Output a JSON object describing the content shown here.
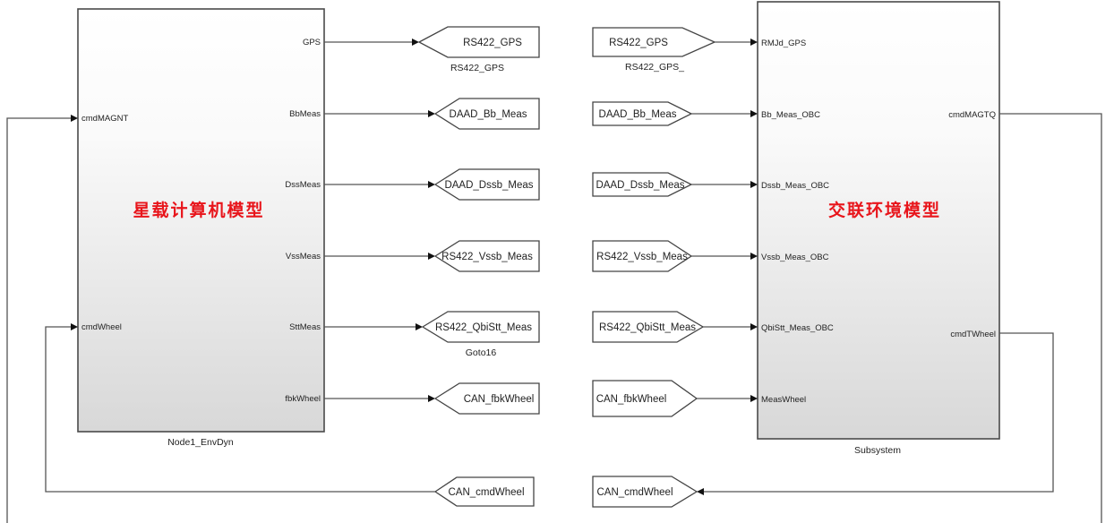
{
  "diagram": {
    "type": "simulink-block-diagram",
    "accent_colors": {
      "title_text": "#e8151b",
      "line": "#555555",
      "block_fill_top": "#ffffff",
      "block_fill_bottom": "#d9d9d9"
    },
    "blocks": {
      "left": {
        "name": "Node1_EnvDyn",
        "title": "星载计算机模型",
        "inputs": [
          "cmdMAGNT",
          "cmdWheel"
        ],
        "outputs": [
          "GPS",
          "BbMeas",
          "DssMeas",
          "VssMeas",
          "SttMeas",
          "fbkWheel"
        ]
      },
      "right": {
        "name": "Subsystem",
        "title": "交联环境模型",
        "inputs": [
          "RMJd_GPS",
          "Bb_Meas_OBC",
          "Dssb_Meas_OBC",
          "Vssb_Meas_OBC",
          "QbiStt_Meas_OBC",
          "MeasWheel"
        ],
        "outputs": [
          "cmdMAGTQ",
          "cmdTWheel"
        ]
      }
    },
    "goto_tags": [
      {
        "tag": "RS422_GPS",
        "name": "RS422_GPS"
      },
      {
        "tag": "DAAD_Bb_Meas",
        "name": ""
      },
      {
        "tag": "DAAD_Dssb_Meas",
        "name": ""
      },
      {
        "tag": "RS422_Vssb_Meas",
        "name": ""
      },
      {
        "tag": "RS422_QbiStt_Meas",
        "name": "Goto16"
      },
      {
        "tag": "CAN_fbkWheel",
        "name": ""
      }
    ],
    "from_tags": [
      {
        "tag": "RS422_GPS",
        "name": "RS422_GPS_"
      },
      {
        "tag": "DAAD_Bb_Meas",
        "name": ""
      },
      {
        "tag": "DAAD_Dssb_Meas",
        "name": ""
      },
      {
        "tag": "RS422_Vssb_Meas",
        "name": ""
      },
      {
        "tag": "RS422_QbiStt_Meas",
        "name": ""
      },
      {
        "tag": "CAN_fbkWheel",
        "name": ""
      }
    ],
    "feedback": {
      "goto_tag": "CAN_cmdWheel",
      "from_tag": "CAN_cmdWheel"
    }
  }
}
